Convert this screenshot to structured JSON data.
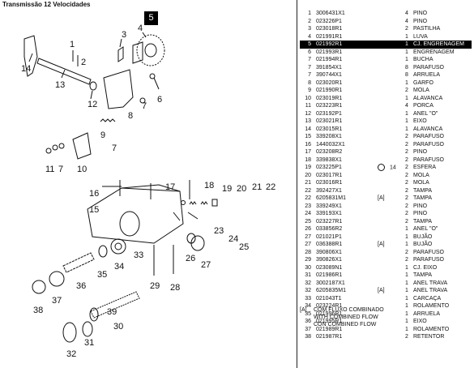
{
  "title": "Transmissão 12 Velocidades",
  "callout": "5",
  "diagram_labels": [
    "3",
    "4",
    "14",
    "1",
    "2",
    "13",
    "12",
    "8",
    "7",
    "6",
    "9",
    "10",
    "7",
    "11",
    "7",
    "17",
    "16",
    "18",
    "15",
    "19",
    "20",
    "21",
    "22",
    "23",
    "24",
    "25",
    "33",
    "34",
    "26",
    "27",
    "35",
    "36",
    "29",
    "28",
    "37",
    "38",
    "39",
    "30",
    "32",
    "31"
  ],
  "parts": [
    {
      "num": "1",
      "code": "3006431X1",
      "note": "",
      "qty": "4",
      "desc": "PINO"
    },
    {
      "num": "2",
      "code": "023226P1",
      "note": "",
      "qty": "4",
      "desc": "PINO"
    },
    {
      "num": "3",
      "code": "023018R1",
      "note": "",
      "qty": "2",
      "desc": "PASTILHA"
    },
    {
      "num": "4",
      "code": "021991R1",
      "note": "",
      "qty": "1",
      "desc": "LUVA"
    },
    {
      "num": "5",
      "code": "021992R1",
      "note": "",
      "qty": "1",
      "desc": "CJ. ENGRENAGEM",
      "highlight": true
    },
    {
      "num": "6",
      "code": "021993R1",
      "note": "",
      "qty": "1",
      "desc": "ENGRENAGEM"
    },
    {
      "num": "7",
      "code": "021994R1",
      "note": "",
      "qty": "1",
      "desc": "BUCHA"
    },
    {
      "num": "7",
      "code": "391854X1",
      "note": "",
      "qty": "8",
      "desc": "PARAFUSO"
    },
    {
      "num": "7",
      "code": "390744X1",
      "note": "",
      "qty": "8",
      "desc": "ARRUELA"
    },
    {
      "num": "8",
      "code": "023020R1",
      "note": "",
      "qty": "1",
      "desc": "GARFO"
    },
    {
      "num": "9",
      "code": "021990R1",
      "note": "",
      "qty": "2",
      "desc": "MOLA"
    },
    {
      "num": "10",
      "code": "023019R1",
      "note": "",
      "qty": "1",
      "desc": "ALAVANCA"
    },
    {
      "num": "11",
      "code": "023223R1",
      "note": "",
      "qty": "4",
      "desc": "PORCA"
    },
    {
      "num": "12",
      "code": "023192P1",
      "note": "",
      "qty": "1",
      "desc": "ANEL \"O\""
    },
    {
      "num": "13",
      "code": "023021R1",
      "note": "",
      "qty": "1",
      "desc": "EIXO"
    },
    {
      "num": "14",
      "code": "023015R1",
      "note": "",
      "qty": "1",
      "desc": "ALAVANCA"
    },
    {
      "num": "15",
      "code": "339208X1",
      "note": "",
      "qty": "2",
      "desc": "PARAFUSO"
    },
    {
      "num": "16",
      "code": "1440032X1",
      "note": "",
      "qty": "2",
      "desc": "PARAFUSO"
    },
    {
      "num": "17",
      "code": "023208R2",
      "note": "",
      "qty": "2",
      "desc": "PINO"
    },
    {
      "num": "18",
      "code": "339838X1",
      "note": "",
      "qty": "2",
      "desc": "PARAFUSO"
    },
    {
      "num": "19",
      "code": "023225P1",
      "note": "circle-14",
      "qty": "2",
      "desc": "ESFERA"
    },
    {
      "num": "20",
      "code": "023017R1",
      "note": "",
      "qty": "2",
      "desc": "MOLA"
    },
    {
      "num": "21",
      "code": "023016R1",
      "note": "",
      "qty": "2",
      "desc": "MOLA"
    },
    {
      "num": "22",
      "code": "392427X1",
      "note": "",
      "qty": "2",
      "desc": "TAMPA"
    },
    {
      "num": "22",
      "code": "6205831M1",
      "note": "[A]",
      "qty": "2",
      "desc": "TAMPA"
    },
    {
      "num": "23",
      "code": "339249X1",
      "note": "",
      "qty": "2",
      "desc": "PINO"
    },
    {
      "num": "24",
      "code": "339193X1",
      "note": "",
      "qty": "2",
      "desc": "PINO"
    },
    {
      "num": "25",
      "code": "023227R1",
      "note": "",
      "qty": "2",
      "desc": "TAMPA"
    },
    {
      "num": "26",
      "code": "033856R2",
      "note": "",
      "qty": "1",
      "desc": "ANEL \"O\""
    },
    {
      "num": "27",
      "code": "021021P1",
      "note": "",
      "qty": "1",
      "desc": "BUJÃO"
    },
    {
      "num": "27",
      "code": "036388R1",
      "note": "[A]",
      "qty": "1",
      "desc": "BUJÃO"
    },
    {
      "num": "28",
      "code": "390806X1",
      "note": "",
      "qty": "2",
      "desc": "PARAFUSO"
    },
    {
      "num": "29",
      "code": "390826X1",
      "note": "",
      "qty": "2",
      "desc": "PARAFUSO"
    },
    {
      "num": "30",
      "code": "023089N1",
      "note": "",
      "qty": "1",
      "desc": "CJ. EIXO"
    },
    {
      "num": "31",
      "code": "021986R1",
      "note": "",
      "qty": "1",
      "desc": "TAMPA"
    },
    {
      "num": "32",
      "code": "3002187X1",
      "note": "",
      "qty": "1",
      "desc": "ANEL TRAVA"
    },
    {
      "num": "32",
      "code": "6205835M1",
      "note": "[A]",
      "qty": "1",
      "desc": "ANEL TRAVA"
    },
    {
      "num": "33",
      "code": "021043T1",
      "note": "",
      "qty": "1",
      "desc": "CARCAÇA"
    },
    {
      "num": "34",
      "code": "023224R1",
      "note": "",
      "qty": "1",
      "desc": "ROLAMENTO"
    },
    {
      "num": "35",
      "code": "021996R1",
      "note": "",
      "qty": "1",
      "desc": "ARRUELA"
    },
    {
      "num": "36",
      "code": "021995R1",
      "note": "",
      "qty": "1",
      "desc": "EIXO"
    },
    {
      "num": "37",
      "code": "021989R1",
      "note": "",
      "qty": "1",
      "desc": "ROLAMENTO"
    },
    {
      "num": "38",
      "code": "021987R1",
      "note": "",
      "qty": "2",
      "desc": "RETENTOR"
    }
  ],
  "circle_ref": "14",
  "footnote": {
    "mark": "[A]",
    "lines": [
      "COM FLUXO COMBINADO",
      "WITH COMBINED FLOW",
      "CON COMBINED FLOW"
    ]
  }
}
